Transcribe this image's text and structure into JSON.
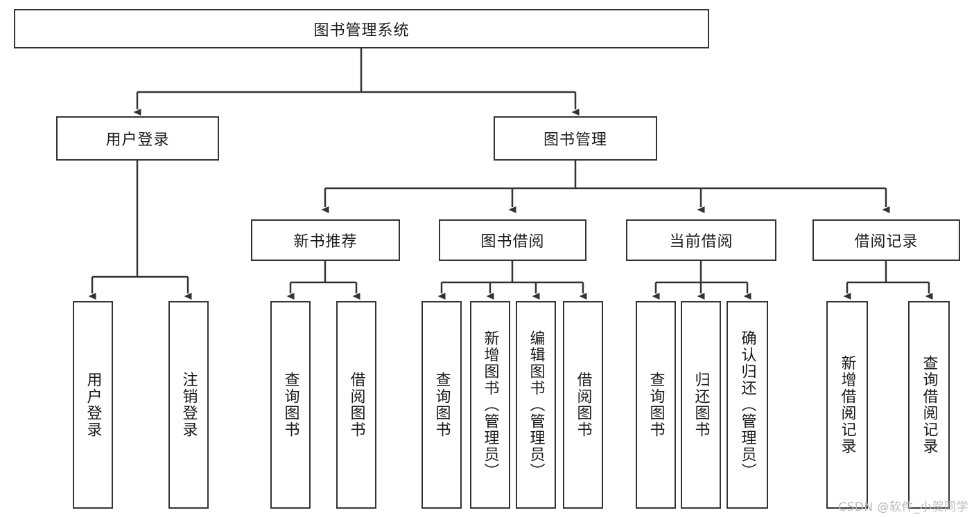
{
  "diagram": {
    "title": "图书管理系统",
    "type": "tree",
    "root": {
      "id": "root",
      "label": "图书管理系统"
    },
    "level2": [
      {
        "id": "user-login",
        "label": "用户登录"
      },
      {
        "id": "book-manage",
        "label": "图书管理"
      }
    ],
    "level3": [
      {
        "id": "new-book-recommend",
        "label": "新书推荐"
      },
      {
        "id": "book-borrow",
        "label": "图书借阅"
      },
      {
        "id": "current-borrow",
        "label": "当前借阅"
      },
      {
        "id": "borrow-record",
        "label": "借阅记录"
      }
    ],
    "leaves": [
      {
        "id": "leaf-user-login",
        "label": "用户登录",
        "parent": "user-login"
      },
      {
        "id": "leaf-logout-login",
        "label": "注销登录",
        "parent": "user-login"
      },
      {
        "id": "leaf-query-book-1",
        "label": "查询图书",
        "parent": "new-book-recommend"
      },
      {
        "id": "leaf-borrow-book-1",
        "label": "借阅图书",
        "parent": "new-book-recommend"
      },
      {
        "id": "leaf-query-book-2",
        "label": "查询图书",
        "parent": "book-borrow"
      },
      {
        "id": "leaf-add-book",
        "label": "新增图书（管理员）",
        "parent": "book-borrow"
      },
      {
        "id": "leaf-edit-book",
        "label": "编辑图书（管理员）",
        "parent": "book-borrow"
      },
      {
        "id": "leaf-borrow-book-2",
        "label": "借阅图书",
        "parent": "book-borrow"
      },
      {
        "id": "leaf-query-book-3",
        "label": "查询图书",
        "parent": "current-borrow"
      },
      {
        "id": "leaf-return-book",
        "label": "归还图书",
        "parent": "current-borrow"
      },
      {
        "id": "leaf-confirm-return",
        "label": "确认归还（管理员）",
        "parent": "current-borrow"
      },
      {
        "id": "leaf-add-record",
        "label": "新增借阅记录",
        "parent": "borrow-record"
      },
      {
        "id": "leaf-query-record",
        "label": "查询借阅记录",
        "parent": "borrow-record"
      }
    ]
  },
  "watermark": {
    "text": "CSDN @软件_小贺同学"
  },
  "colors": {
    "stroke": "#333333",
    "background": "#ffffff",
    "text": "#1a1a1a",
    "watermark": "#b9b9b9"
  }
}
